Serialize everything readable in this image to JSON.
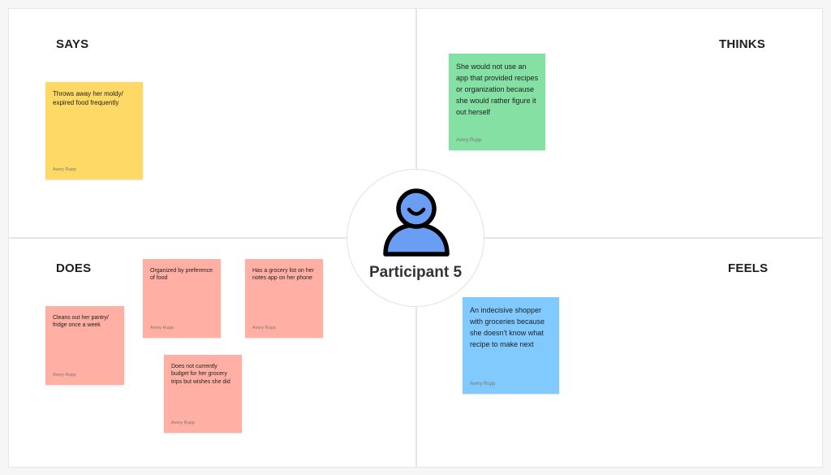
{
  "colors": {
    "yellow": "#ffd966",
    "green": "#85e0a3",
    "salmon": "#ffafa3",
    "blue": "#80caff",
    "avatar_fill": "#6a9ef5"
  },
  "quadrants": {
    "says": "SAYS",
    "thinks": "THINKS",
    "does": "DOES",
    "feels": "FEELS"
  },
  "center": {
    "icon": "person-icon",
    "label": "Participant 5"
  },
  "stickies": {
    "says": [
      {
        "text": "Throws away her moldy/ expired food frequently",
        "author": "Avery Rupp",
        "color": "#ffd966"
      }
    ],
    "thinks": [
      {
        "text": "She would not use an app that provided recipes or organization because she would rather figure it out herself",
        "author": "Avery Rupp",
        "color": "#85e0a3"
      }
    ],
    "does": [
      {
        "text": "Organized by preference of food",
        "author": "Avery Rupp",
        "color": "#ffafa3"
      },
      {
        "text": "Has a grocery list on her notes app on her phone",
        "author": "Avery Rupp",
        "color": "#ffafa3"
      },
      {
        "text": "Cleans out her pantry/ fridge once a week",
        "author": "Avery Rupp",
        "color": "#ffafa3"
      },
      {
        "text": "Does not currently budget for her grocery trips but wishes she did",
        "author": "Avery Rupp",
        "color": "#ffafa3"
      }
    ],
    "feels": [
      {
        "text": "An indecisive shopper with groceries because she doesn't know what recipe to make next",
        "author": "Avery Rupp",
        "color": "#80caff"
      }
    ]
  }
}
